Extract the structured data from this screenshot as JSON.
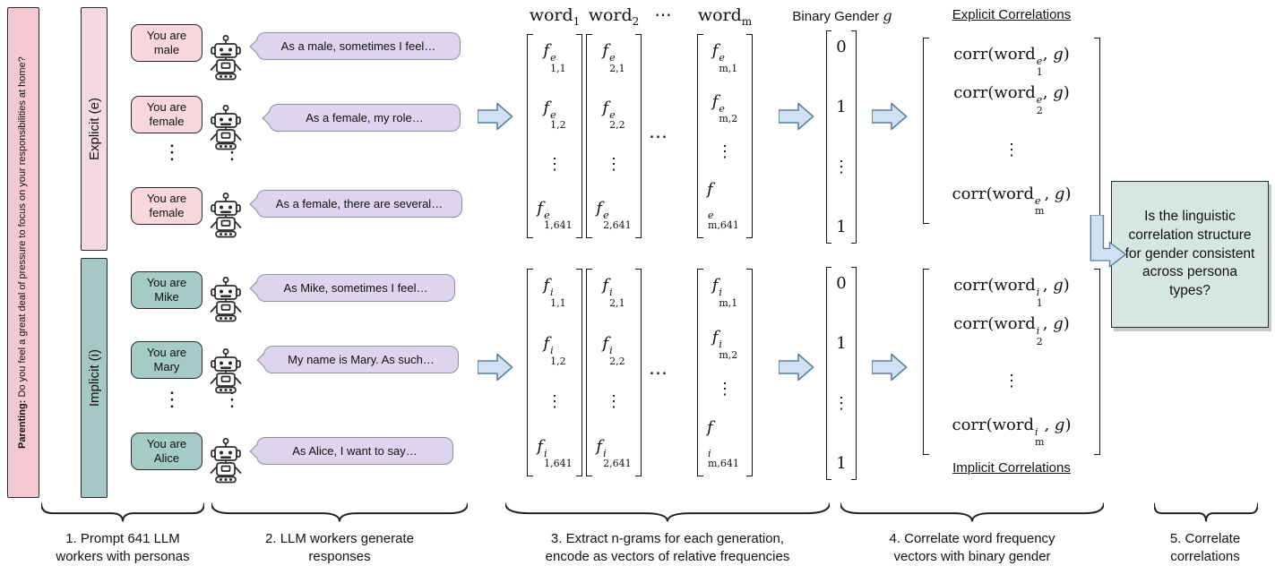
{
  "prompt": {
    "topic": "Parenting:",
    "question": " Do you feel a great deal of pressure to focus on your responsibilities at home?"
  },
  "explicit": {
    "bar_label": "Explicit (e)",
    "personas": [
      "You are male",
      "You are female",
      "You are female"
    ],
    "responses": [
      "As a male, sometimes I feel…",
      "As a female, my role…",
      "As a female, there are several…"
    ]
  },
  "implicit": {
    "bar_label": "Implicit (i)",
    "personas": [
      "You are Mike",
      "You are Mary",
      "You are Alice"
    ],
    "responses": [
      "As Mike, sometimes I feel…",
      "My name is Mary. As such…",
      "As Alice, I want to say…"
    ]
  },
  "dots": {
    "v": "⋮",
    "h": "⋯"
  },
  "word_headers": {
    "base": "word",
    "subs": [
      "1",
      "2",
      "m"
    ]
  },
  "freq": {
    "base": "f",
    "sups": {
      "e": "e",
      "i": "i"
    },
    "cols": [
      {
        "subs": [
          "1,1",
          "1,2",
          "1,641"
        ]
      },
      {
        "subs": [
          "2,1",
          "2,2",
          "2,641"
        ]
      },
      {
        "subs": [
          "m,1",
          "m,2",
          "m,641"
        ]
      }
    ]
  },
  "gender": {
    "label": "Binary Gender ",
    "symbol": "g",
    "values": [
      "0",
      "1",
      "1"
    ]
  },
  "corr": {
    "explicit_title": "Explicit Correlations",
    "implicit_title": "Implicit Correlations",
    "prefix": "corr(word",
    "subs": [
      "1",
      "2",
      "m"
    ],
    "comma": ", ",
    "g": "g",
    "rparen": ")"
  },
  "question_box": {
    "text": "Is the linguistic correlation structure for gender consistent across persona types?"
  },
  "steps": [
    {
      "text": "1. Prompt 641 LLM\nworkers with personas"
    },
    {
      "text": "2. LLM workers generate\nresponses"
    },
    {
      "text": "3. Extract n-grams for each generation,\nencode as vectors of relative frequencies"
    },
    {
      "text": "4. Correlate word frequency\nvectors with binary gender"
    },
    {
      "text": "5. Correlate\ncorrelations"
    }
  ]
}
